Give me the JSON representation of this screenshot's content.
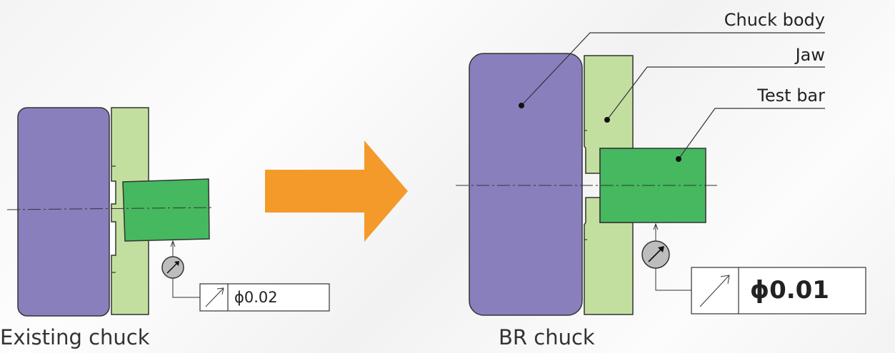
{
  "captions": {
    "existing": "Existing chuck",
    "br": "BR chuck"
  },
  "labels": {
    "chuck_body": "Chuck body",
    "jaw": "Jaw",
    "test_bar": "Test bar"
  },
  "tolerances": {
    "existing_value": "ϕ0.02",
    "br_value": "ϕ0.01"
  },
  "colors": {
    "chuck_body": "#8a7fbd",
    "jaw": "#c3dfa0",
    "test_bar": "#46b85f",
    "arrow": "#f39a2b",
    "line": "#333333"
  },
  "icons": {
    "runout": "circular-runout-arrow-icon",
    "gauge": "dial-indicator-icon",
    "transition": "right-arrow-icon"
  }
}
